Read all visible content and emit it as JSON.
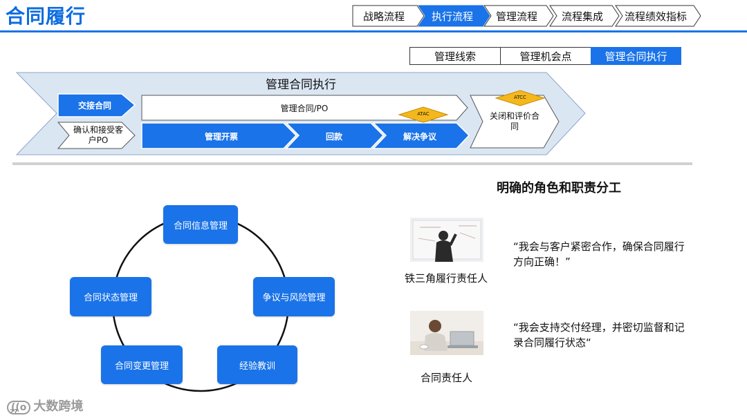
{
  "header": {
    "title": "合同履行",
    "nav_tabs": [
      "战略流程",
      "执行流程",
      "管理流程",
      "流程集成",
      "流程绩效指标"
    ],
    "active_tab": "执行流程"
  },
  "sub_tabs": {
    "items": [
      "管理线索",
      "管理机会点",
      "管理合同执行"
    ],
    "active": "管理合同执行"
  },
  "process": {
    "title": "管理合同执行",
    "handover": "交接合同",
    "confirm": "确认和接受客户PO",
    "manage_po": "管理合同/PO",
    "invoice": "管理开票",
    "payment": "回款",
    "dispute": "解决争议",
    "close": "关闭和评价合同",
    "atac": "ATAC",
    "atcc": "ATCC"
  },
  "roles": {
    "heading": "明确的角色和职责分工",
    "role1": {
      "name": "铁三角履行责任人",
      "quote": "“我会与客户紧密合作，确保合同履行方向正确！”"
    },
    "role2": {
      "name": "合同责任人",
      "quote": "“我会支持交付经理，并密切监督和记录合同履行状态“"
    }
  },
  "cycle": [
    "合同信息管理",
    "争议与风险管理",
    "经验教训",
    "合同变更管理",
    "合同状态管理"
  ],
  "footer": {
    "page_number": "27",
    "watermark": "大数跨境"
  },
  "colors": {
    "accent": "#1a73e8",
    "process_bg": "#dbe6f3",
    "atac_fill": "#f5b81c"
  }
}
